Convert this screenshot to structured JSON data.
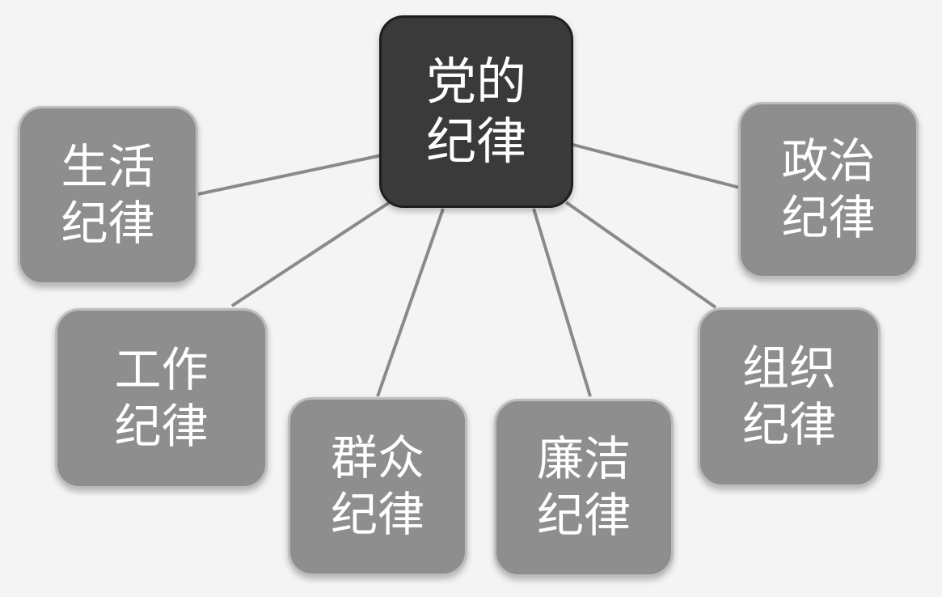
{
  "center": {
    "line1": "党的",
    "line2": "纪律"
  },
  "nodes": {
    "political": {
      "line1": "政治",
      "line2": "纪律"
    },
    "organizational": {
      "line1": "组织",
      "line2": "纪律"
    },
    "integrity": {
      "line1": "廉洁",
      "line2": "纪律"
    },
    "mass": {
      "line1": "群众",
      "line2": "纪律"
    },
    "work": {
      "line1": "工作",
      "line2": "纪律"
    },
    "life": {
      "line1": "生活",
      "line2": "纪律"
    }
  },
  "colors": {
    "center_fill": "#3a3a3a",
    "node_fill": "#8e8e8e",
    "connector": "#8a8a8a",
    "background": "#f4f4f4"
  }
}
